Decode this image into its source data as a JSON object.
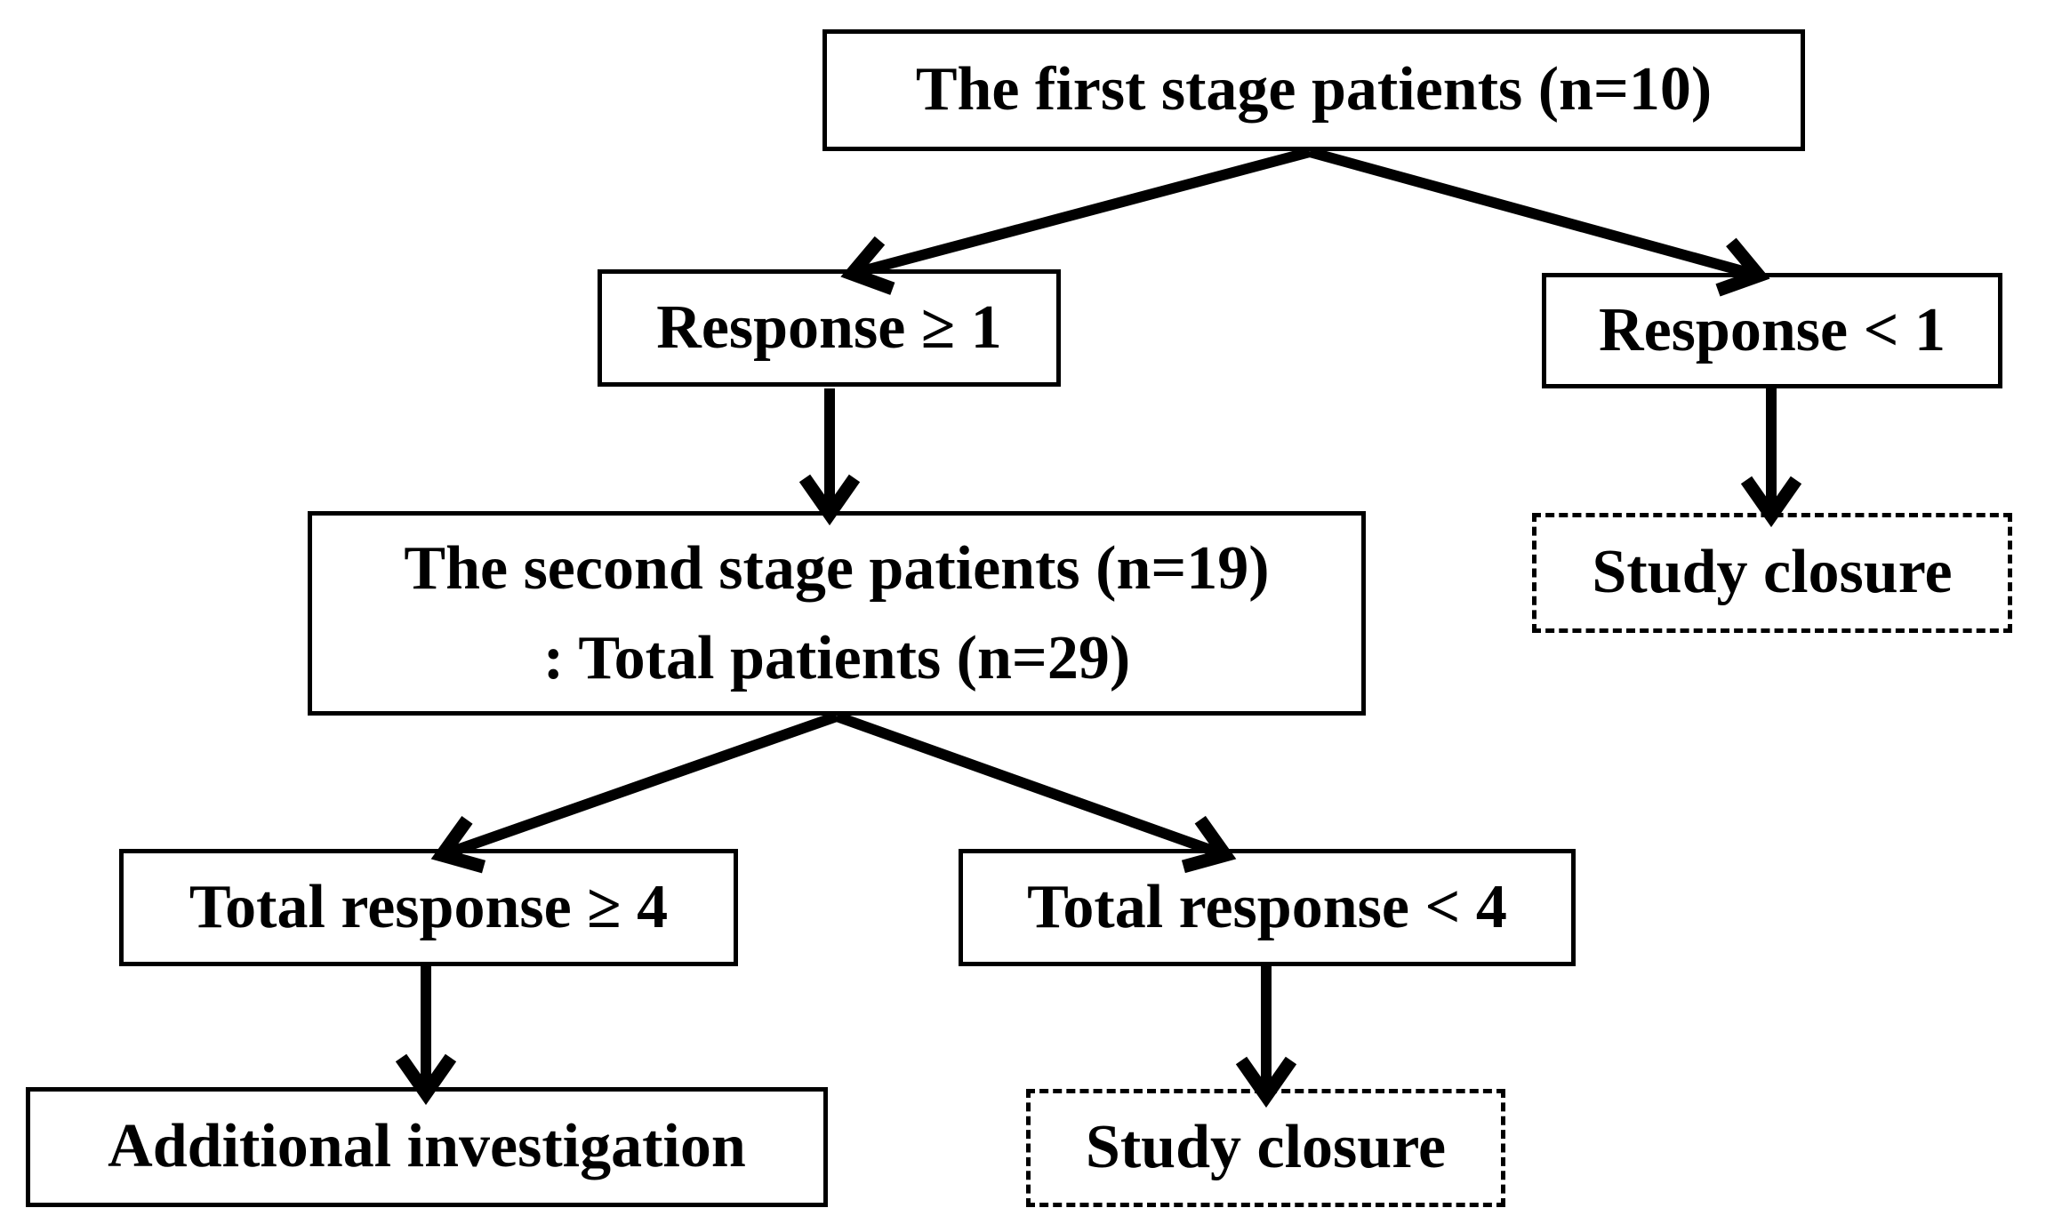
{
  "figure": {
    "type": "flowchart",
    "background_color": "#ffffff",
    "line_color": "#000000",
    "text_color": "#000000",
    "nodes": {
      "first_stage": {
        "label": "The first stage patients (n=10)",
        "border": "solid"
      },
      "response_ge1": {
        "label": "Response ≥ 1",
        "border": "solid"
      },
      "response_lt1": {
        "label": "Response < 1",
        "border": "solid"
      },
      "second_stage": {
        "line1": "The second stage patients (n=19)",
        "line2": ": Total patients (n=29)",
        "border": "solid"
      },
      "study_closure_right": {
        "label": "Study closure",
        "border": "dashed"
      },
      "total_response_ge4": {
        "label": "Total response ≥ 4",
        "border": "solid"
      },
      "total_response_lt4": {
        "label": "Total response < 4",
        "border": "solid"
      },
      "additional_investigation": {
        "label": "Additional investigation",
        "border": "solid"
      },
      "study_closure_bottom": {
        "label": "Study closure",
        "border": "dashed"
      }
    },
    "edges": [
      {
        "from": "first_stage",
        "to": "response_ge1"
      },
      {
        "from": "first_stage",
        "to": "response_lt1"
      },
      {
        "from": "response_ge1",
        "to": "second_stage"
      },
      {
        "from": "response_lt1",
        "to": "study_closure_right"
      },
      {
        "from": "second_stage",
        "to": "total_response_ge4"
      },
      {
        "from": "second_stage",
        "to": "total_response_lt4"
      },
      {
        "from": "total_response_ge4",
        "to": "additional_investigation"
      },
      {
        "from": "total_response_lt4",
        "to": "study_closure_bottom"
      }
    ]
  }
}
